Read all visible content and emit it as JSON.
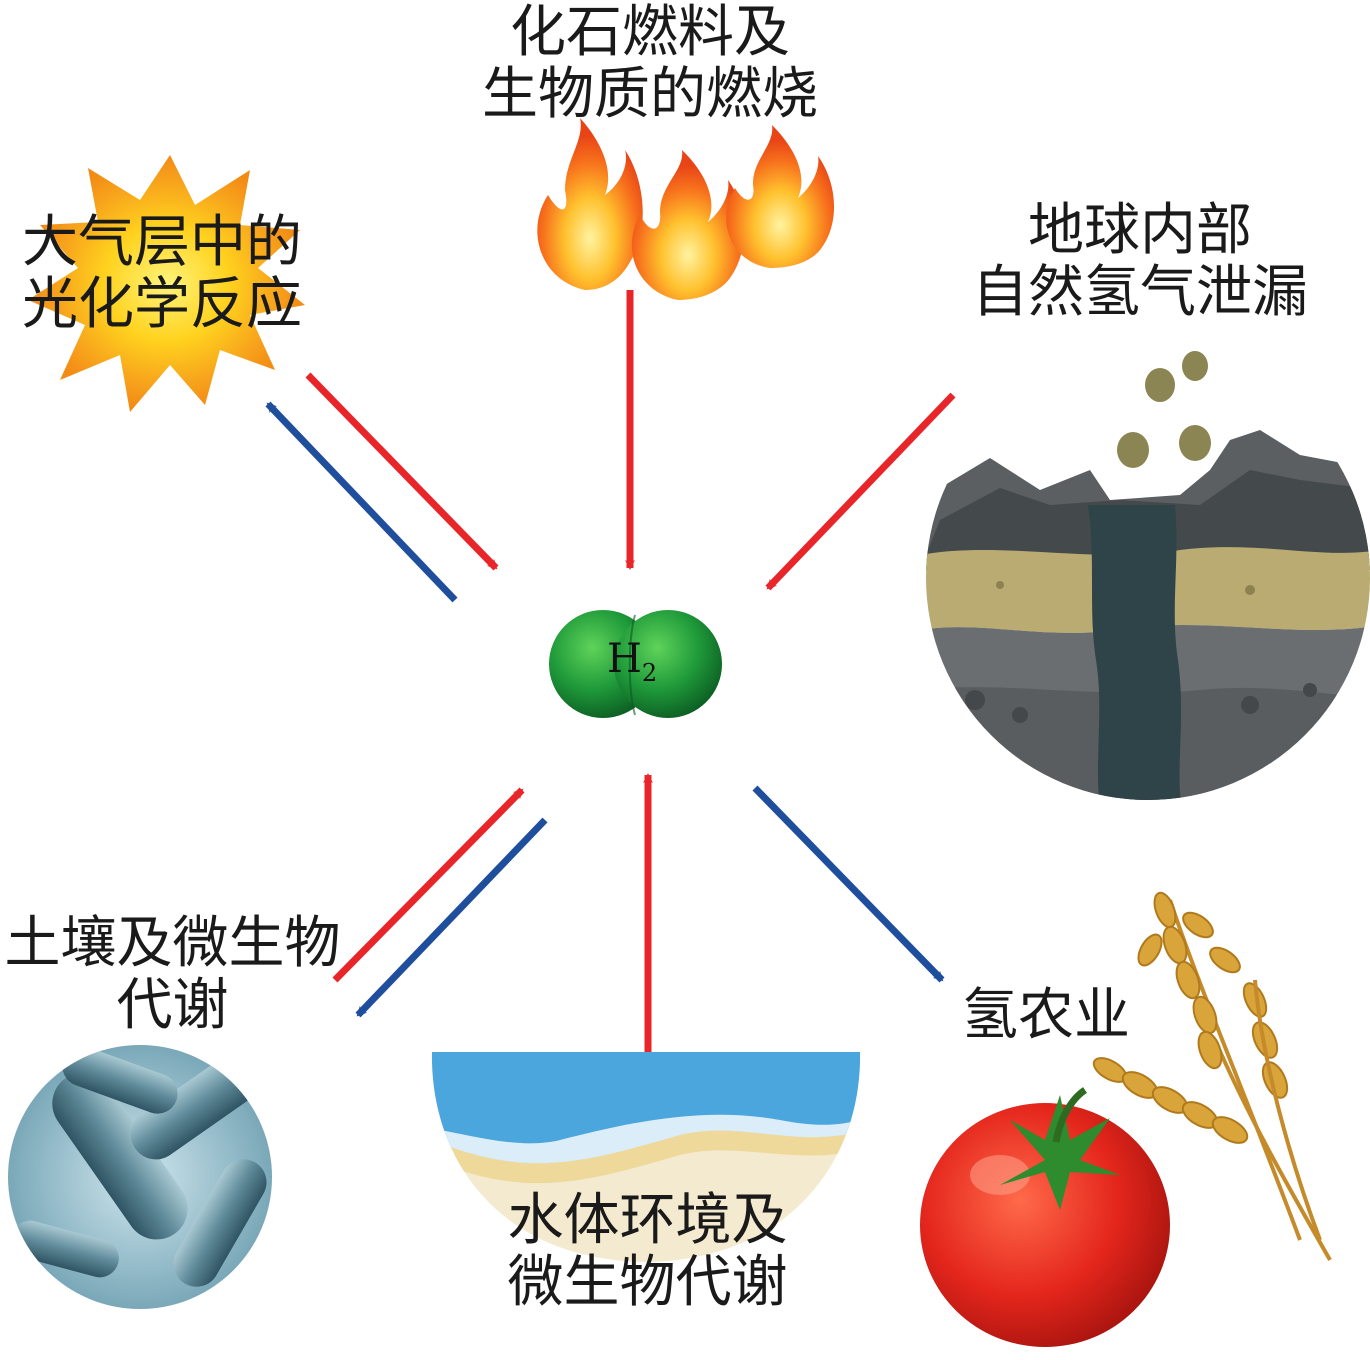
{
  "sources": {
    "combustion": {
      "line1": "化石燃料及",
      "line2": "生物质的燃烧"
    },
    "photochemistry": {
      "line1": "大气层中的",
      "line2": "光化学反应"
    },
    "geologic": {
      "line1": "地球内部",
      "line2": "自然氢气泄漏"
    },
    "soil_microbes": {
      "line1": "土壤及微生物",
      "line2": "代谢"
    },
    "water_microbes": {
      "line1": "水体环境及",
      "line2": "微生物代谢"
    },
    "agriculture": {
      "line1": "氢农业"
    }
  },
  "molecule": {
    "symbol": "H",
    "subscript": "2"
  },
  "colors": {
    "source_arrow": "#e8262a",
    "sink_arrow": "#1f4e9c",
    "molecule": "#1f9a3a"
  },
  "icons": [
    "sun-icon",
    "flames-icon",
    "earth-crust-icon",
    "bacteria-icon",
    "water-beach-icon",
    "tomato-icon",
    "wheat-icon"
  ]
}
